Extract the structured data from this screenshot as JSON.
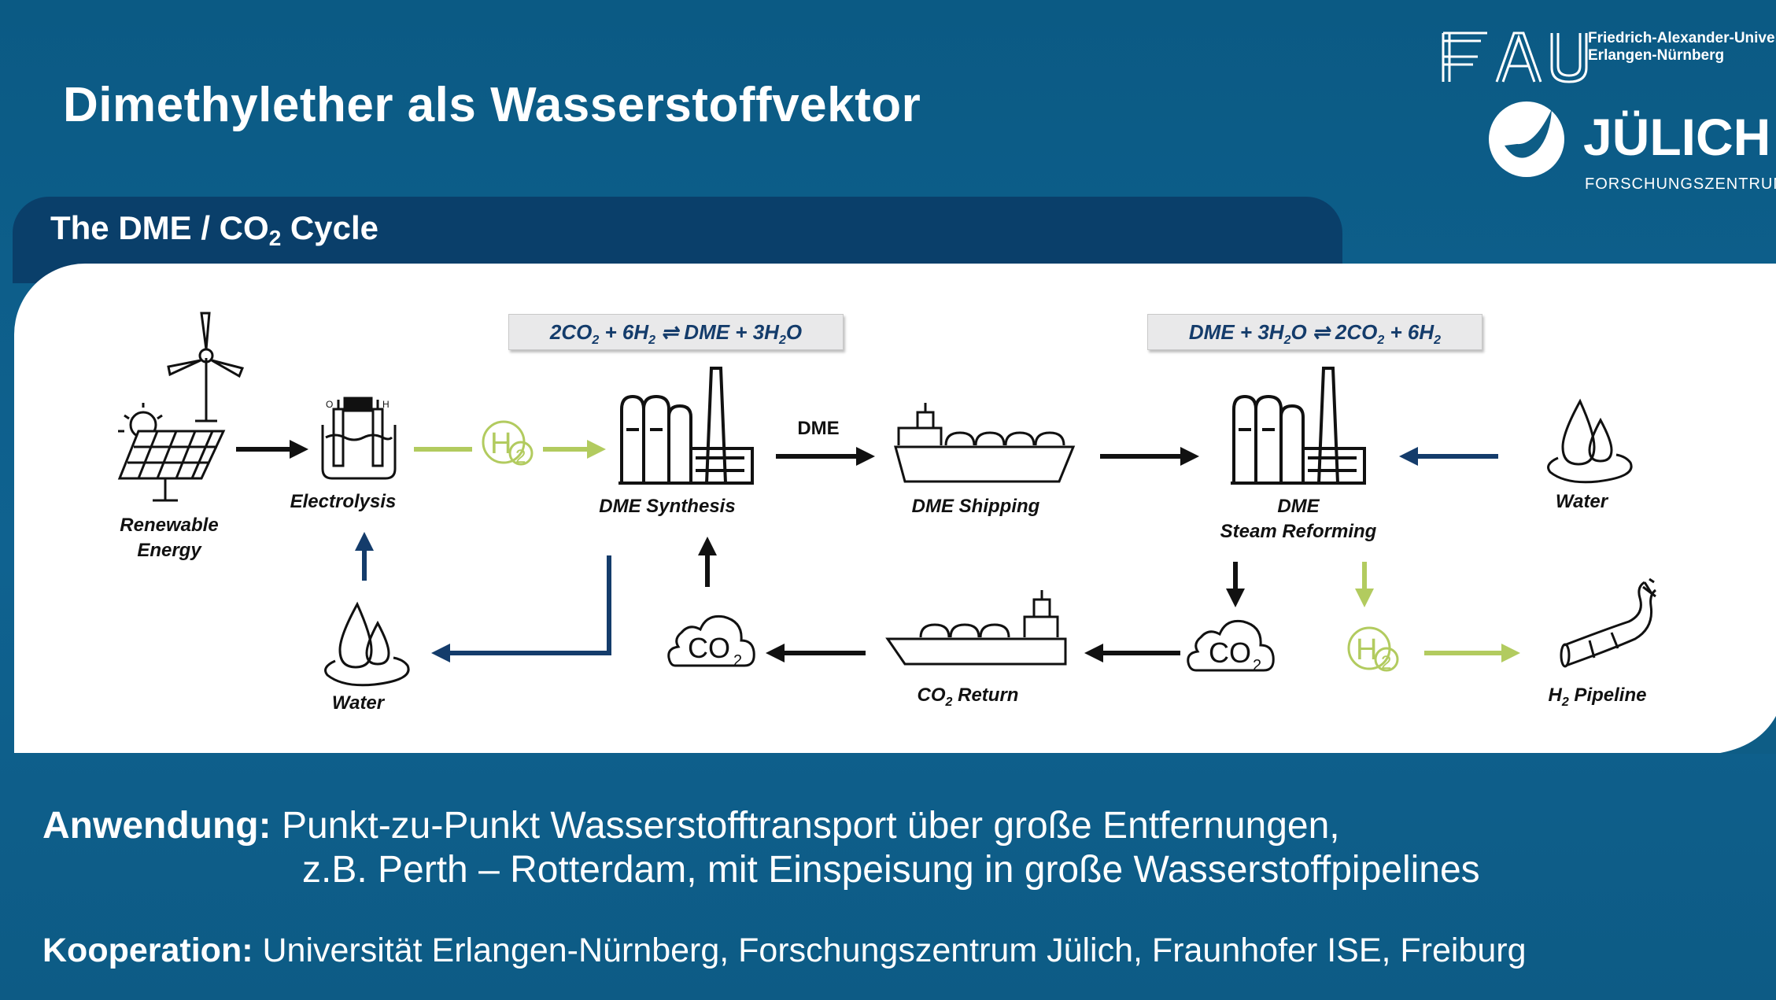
{
  "header": {
    "title": "Dimethylether als Wasserstoffvektor",
    "fau_logo_text": "FAU",
    "fau_line1": "Friedrich-Alexander-Univers",
    "fau_line2": "Erlangen-Nürnberg",
    "juelich_name": "JÜLICH",
    "juelich_sub": "FORSCHUNGSZENTRUM"
  },
  "section": {
    "title_prefix": "The DME / CO",
    "title_sub": "2",
    "title_suffix": " Cycle"
  },
  "equations": {
    "synthesis": [
      "2CO",
      "2",
      " + 6H",
      "2",
      " ⇌ DME + 3H",
      "2",
      "O"
    ],
    "reforming": [
      "DME + 3H",
      "2",
      "O ⇌ 2CO",
      "2",
      " + 6H",
      "2"
    ]
  },
  "nodes": {
    "renewable_line1": "Renewable",
    "renewable_line2": "Energy",
    "electrolysis": "Electrolysis",
    "dme_synthesis": "DME Synthesis",
    "dme_shipping": "DME Shipping",
    "reforming_line1": "DME",
    "reforming_line2": "Steam Reforming",
    "water_right": "Water",
    "water_left": "Water",
    "co2_return_prefix": "CO",
    "co2_return_sub": "2",
    "co2_return_suffix": " Return",
    "h2_pipeline_prefix": "H",
    "h2_pipeline_sub": "2",
    "h2_pipeline_suffix": " Pipeline",
    "arrow_dme": "DME"
  },
  "bubbles": {
    "h2": "H",
    "h2_sub": "2",
    "co2": "CO",
    "co2_sub": "2",
    "electrolysis_o2": "O",
    "electrolysis_h2": "H"
  },
  "colors": {
    "background": "#0e5d86",
    "tab": "#0a3f6a",
    "green": "#b2cb5f",
    "navy_arrow": "#143c6b",
    "black_arrow": "#111111"
  },
  "footer": {
    "application_label": "Anwendung:",
    "application_line1": " Punkt-zu-Punkt Wasserstofftransport über große Entfernungen,",
    "application_line2": "z.B. Perth – Rotterdam, mit Einspeisung in große Wasserstoffpipelines",
    "cooperation_label": "Kooperation:",
    "cooperation_text": " Universität Erlangen-Nürnberg, Forschungszentrum Jülich, Fraunhofer ISE, Freiburg"
  }
}
